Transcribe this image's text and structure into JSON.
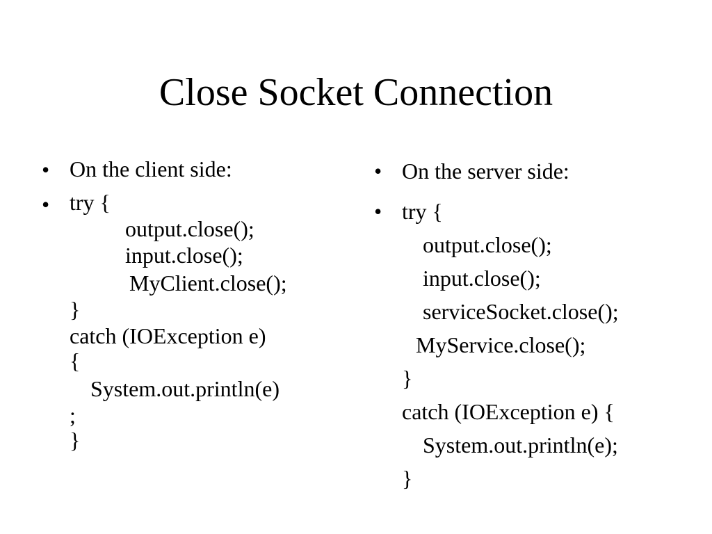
{
  "slide": {
    "title": "Close Socket Connection"
  },
  "client": {
    "heading": "On the client side:",
    "bullet": "•",
    "code_lines": [
      "try {",
      "output.close();",
      "input.close();",
      "MyClient.close();",
      "}",
      "catch (IOException e)",
      "{",
      "System.out.println(e)",
      ";",
      "}"
    ]
  },
  "server": {
    "heading": "On the server side:",
    "bullet": "•",
    "code_lines": [
      "try {",
      "output.close();",
      "input.close();",
      "serviceSocket.close();",
      "MyService.close();",
      "}",
      "catch (IOException e) {",
      "System.out.println(e);",
      "}"
    ]
  }
}
